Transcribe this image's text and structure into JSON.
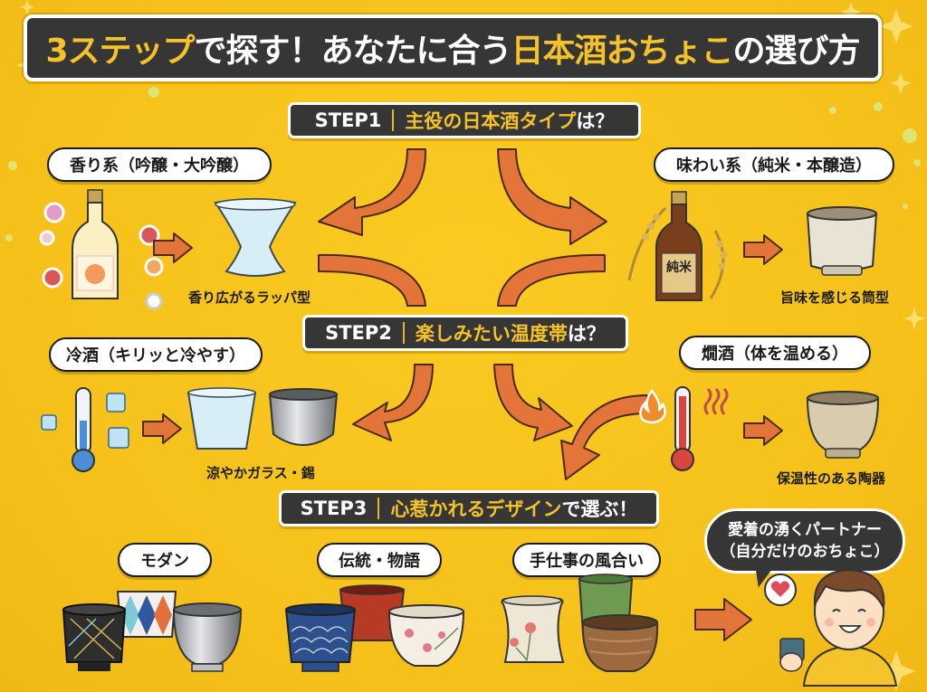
{
  "title": {
    "segments": [
      {
        "text": "3ステップ",
        "style": "highlight"
      },
      {
        "text": "で探す！あなたに合う",
        "style": "white"
      },
      {
        "text": "日本酒おちょこ",
        "style": "highlight"
      },
      {
        "text": "の選び方",
        "style": "white"
      }
    ]
  },
  "colors": {
    "background": "#F7C51E",
    "dark_panel": "#363636",
    "highlight_text": "#F5C22A",
    "arrow": "#E3743A",
    "arrow_outline": "#4a2a1a"
  },
  "steps": [
    {
      "id": "STEP1",
      "label": "STEP1",
      "question_highlight": "主役の日本酒タイプ",
      "question_suffix": "は？",
      "options": [
        {
          "pill": "香り系（吟醸・大吟醸）",
          "caption": "香り広がるラッパ型",
          "icons": [
            "flower-bottle-icon",
            "arrow-right-icon",
            "trumpet-glass-icon"
          ]
        },
        {
          "pill": "味わい系（純米・本醸造）",
          "caption": "旨味を感じる筒型",
          "bottle_label": "純米",
          "icons": [
            "rice-bottle-icon",
            "arrow-right-icon",
            "cylinder-cup-icon"
          ]
        }
      ]
    },
    {
      "id": "STEP2",
      "label": "STEP2",
      "question_highlight": "楽しみたい温度帯",
      "question_suffix": "は？",
      "options": [
        {
          "pill": "冷酒（キリッと冷やす）",
          "caption": "涼やかガラス・錫",
          "icons": [
            "cold-thermometer-icon",
            "ice-cube-icon",
            "arrow-right-icon",
            "glass-cup-icon",
            "tin-cup-icon"
          ]
        },
        {
          "pill": "燗酒（体を温める）",
          "caption": "保温性のある陶器",
          "icons": [
            "fire-icon",
            "hot-thermometer-icon",
            "steam-icon",
            "arrow-right-icon",
            "ceramic-cup-icon"
          ]
        }
      ]
    },
    {
      "id": "STEP3",
      "label": "STEP3",
      "question_highlight": "心惹かれるデザイン",
      "question_suffix": "で選ぶ！",
      "options": [
        {
          "pill": "モダン",
          "icons": [
            "black-cup-icon",
            "diamond-pattern-cup-icon",
            "silver-cup-icon"
          ]
        },
        {
          "pill": "伝統・物語",
          "icons": [
            "seigaiha-cup-icon",
            "red-lacquer-cup-icon",
            "sakura-cup-icon"
          ]
        },
        {
          "pill": "手仕事の風合い",
          "icons": [
            "flower-painted-cup-icon",
            "green-glaze-cup-icon",
            "brown-pottery-cup-icon"
          ]
        }
      ]
    }
  ],
  "result": {
    "bubble_line1": "愛着の湧くパートナー",
    "bubble_line2": "（自分だけのおちょこ）",
    "icons": [
      "arrow-right-icon",
      "heart-icon",
      "smiling-person-icon"
    ]
  }
}
